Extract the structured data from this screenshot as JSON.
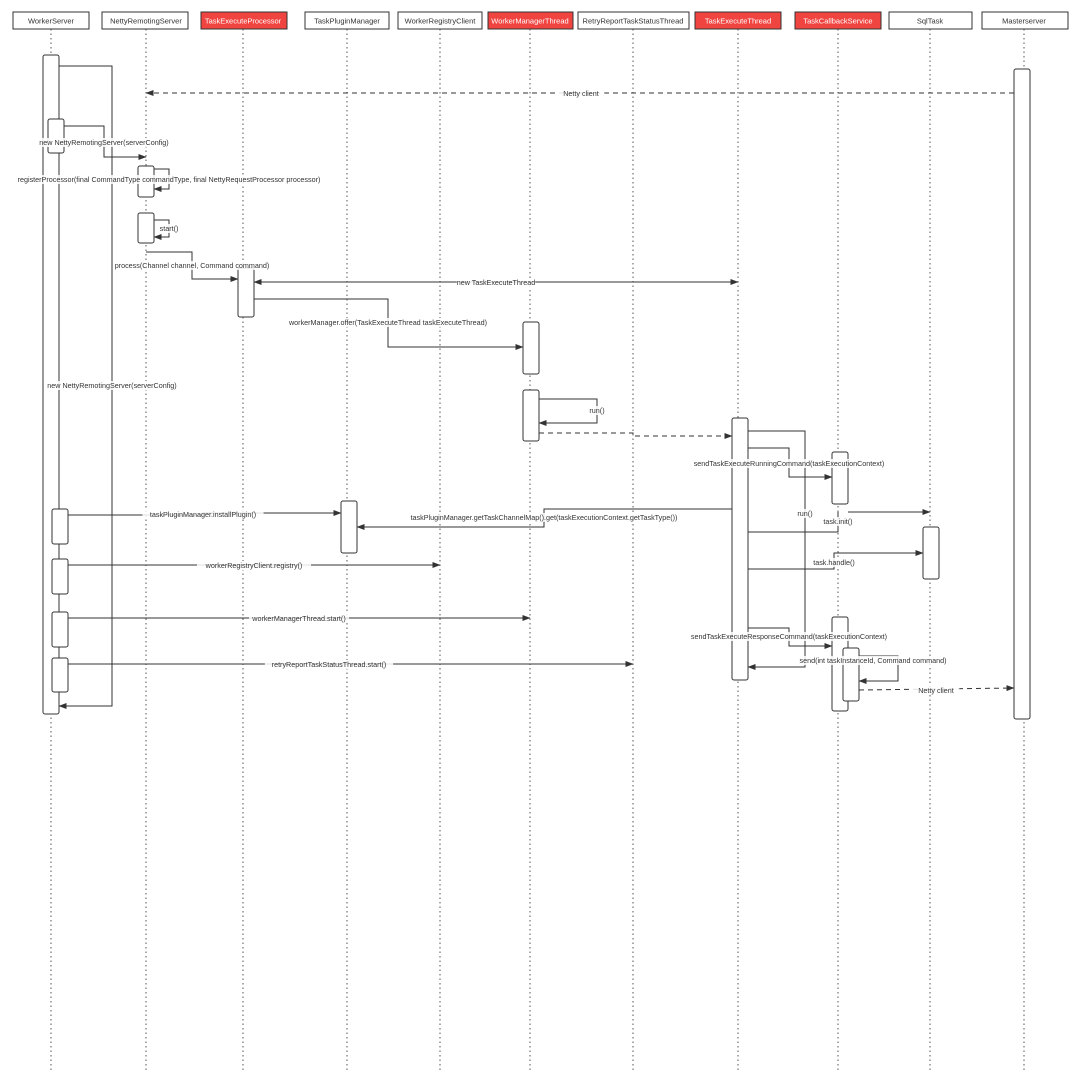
{
  "colors": {
    "highlight_fill": "#f04440",
    "highlight_text": "#ffffff",
    "default_fill": "#ffffff",
    "default_text": "#333333",
    "line": "#333333"
  },
  "participants": [
    {
      "id": "ws",
      "label": "WorkerServer",
      "highlight": false
    },
    {
      "id": "nrs",
      "label": "NettyRemotingServer",
      "highlight": false
    },
    {
      "id": "tep",
      "label": "TaskExecuteProcessor",
      "highlight": true
    },
    {
      "id": "tpm",
      "label": "TaskPluginManager",
      "highlight": false
    },
    {
      "id": "wrc",
      "label": "WorkerRegistryClient",
      "highlight": false
    },
    {
      "id": "wmt",
      "label": "WorkerManagerThread",
      "highlight": true
    },
    {
      "id": "rrt",
      "label": "RetryReportTaskStatusThread",
      "highlight": false
    },
    {
      "id": "tet",
      "label": "TaskExecuteThread",
      "highlight": true
    },
    {
      "id": "tcs",
      "label": "TaskCallbackService",
      "highlight": true
    },
    {
      "id": "sql",
      "label": "SqlTask",
      "highlight": false
    },
    {
      "id": "ms",
      "label": "Masterserver",
      "highlight": false
    }
  ],
  "messages": [
    {
      "id": "netty-client-in",
      "label": "Netty client"
    },
    {
      "id": "new-netty-server",
      "label": "new NettyRemotingServer(serverConfig)"
    },
    {
      "id": "register-processor",
      "label": "registerProcessor(final CommandType commandType, final NettyRequestProcessor processor)"
    },
    {
      "id": "start",
      "label": "start()"
    },
    {
      "id": "process",
      "label": "process(Channel channel, Command command)"
    },
    {
      "id": "new-task-execute-thread",
      "label": "new TaskExecuteThread"
    },
    {
      "id": "worker-manager-offer",
      "label": "workerManager.offer(TaskExecuteThread taskExecuteThread)"
    },
    {
      "id": "run-outer",
      "label": "run()"
    },
    {
      "id": "run-wmt",
      "label": "run()"
    },
    {
      "id": "send-running",
      "label": "sendTaskExecuteRunningCommand(taskExecutionContext)"
    },
    {
      "id": "install-plugin",
      "label": "taskPluginManager.installPlugin()"
    },
    {
      "id": "get-task-channel",
      "label": "taskPluginManager.getTaskChannelMap().get(taskExecutionContext.getTaskType())"
    },
    {
      "id": "run-tet",
      "label": "run()"
    },
    {
      "id": "task-init",
      "label": "task.init()"
    },
    {
      "id": "registry",
      "label": "workerRegistryClient.registry()"
    },
    {
      "id": "task-handle",
      "label": "task.handle()"
    },
    {
      "id": "wmt-start",
      "label": "workerManagerThread.start()"
    },
    {
      "id": "send-response",
      "label": "sendTaskExecuteResponseCommand(taskExecutionContext)"
    },
    {
      "id": "send-cmd",
      "label": "send(int taskInstanceId, Command command)"
    },
    {
      "id": "rrt-start",
      "label": "retryReportTaskStatusThread.start()"
    },
    {
      "id": "netty-client-out",
      "label": "Netty client"
    }
  ]
}
